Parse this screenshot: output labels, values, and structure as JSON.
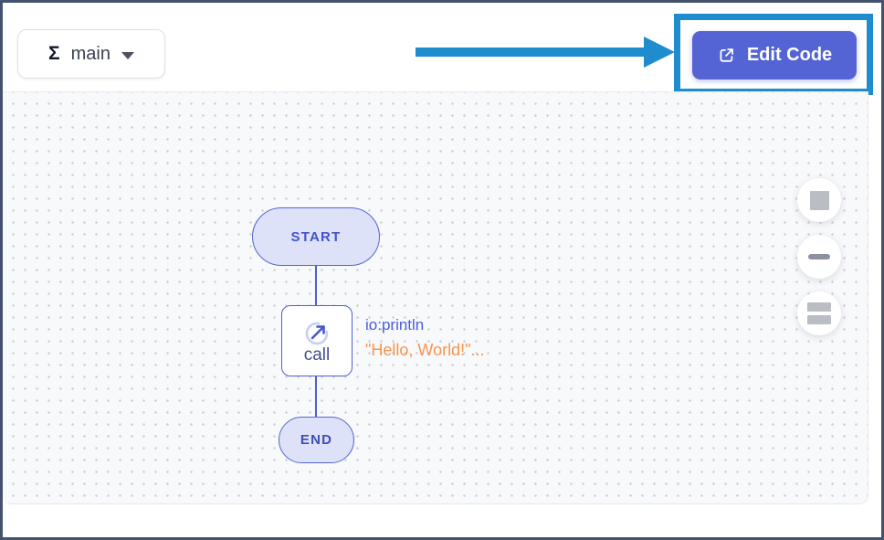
{
  "header": {
    "function_selector": {
      "sigma": "Σ",
      "label": "main"
    },
    "edit_code_button": {
      "label": "Edit Code"
    }
  },
  "annotations": {
    "arrow_color": "#1f8ccd",
    "highlight_border_color": "#1f8ccd"
  },
  "canvas": {
    "diagram": {
      "start_label": "START",
      "call_node": {
        "label": "call",
        "icon": "call-arrow-icon"
      },
      "call_expression": "io:println",
      "call_arguments": "\"Hello, World!\"...",
      "end_label": "END"
    },
    "zoom_controls": [
      {
        "name": "fit-to-screen",
        "icon": "square-icon"
      },
      {
        "name": "zoom-out",
        "icon": "minus-icon"
      },
      {
        "name": "minimap",
        "icon": "stacked-bars-icon"
      }
    ],
    "colors": {
      "accent_button": "#5564d4",
      "node_fill": "#dde2f9",
      "node_border": "#5566d2",
      "node_text": "#4253cb",
      "connector": "#4d5fd1",
      "expression_text": "#4a5ed6",
      "argument_text": "#f7954f",
      "canvas_background": "#f8f9fb",
      "dot_grid": "#c8ccd8",
      "frame_border": "#43536d"
    }
  }
}
